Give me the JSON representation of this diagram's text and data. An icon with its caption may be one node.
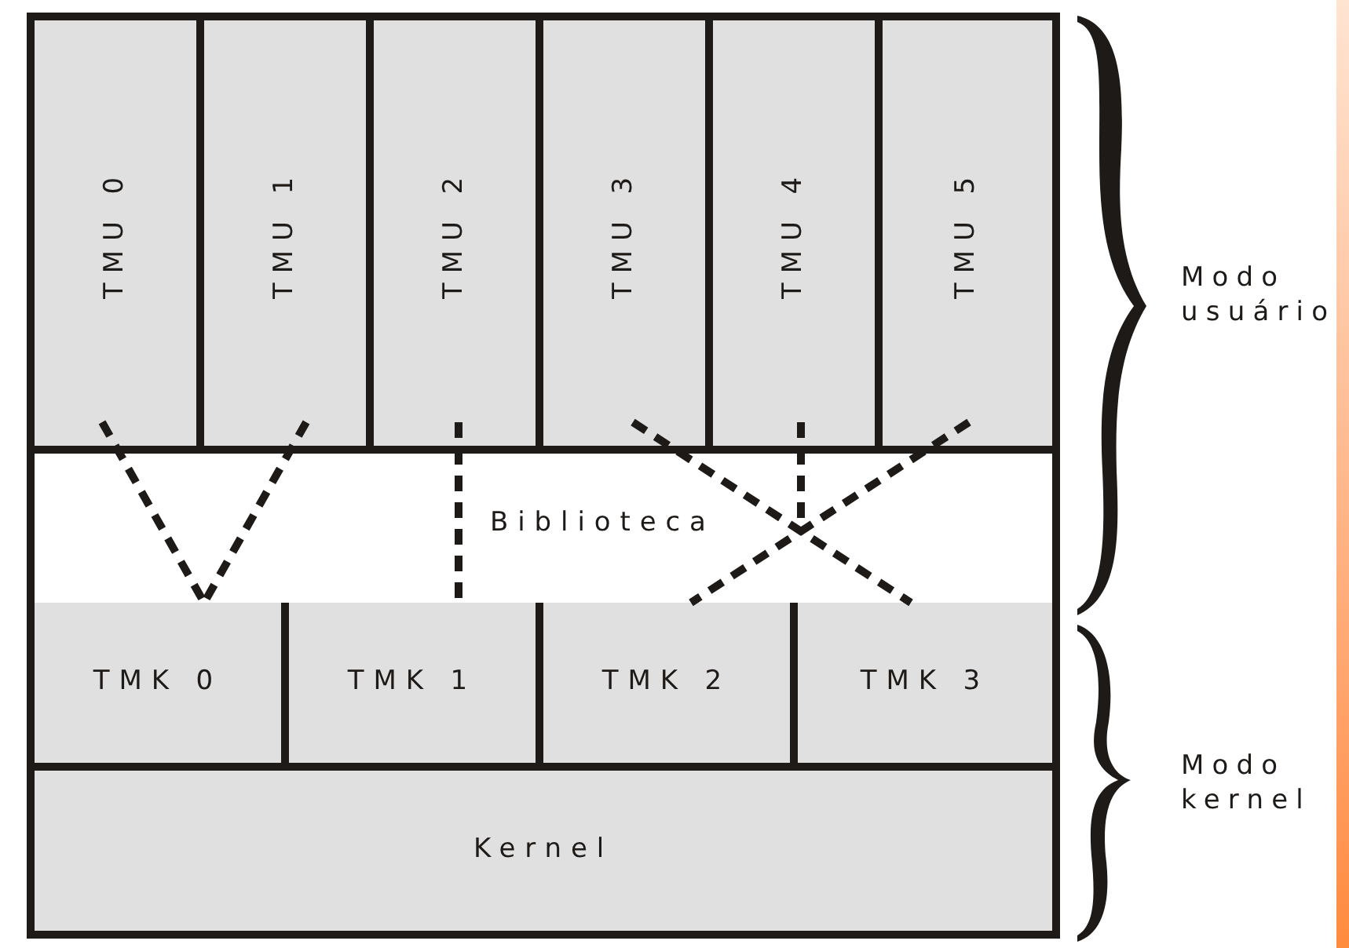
{
  "diagram": {
    "nodes": [
      {
        "text": [
          "TMU 0"
        ]
      },
      {
        "text": [
          "TMU 1"
        ]
      },
      {
        "text": [
          "TMU 2"
        ]
      },
      {
        "text": [
          "TMU 3"
        ]
      },
      {
        "text": [
          "TMU 4"
        ]
      },
      {
        "text": [
          "TMU 5"
        ]
      },
      {
        "text": [
          "Biblioteca"
        ]
      },
      {
        "text": [
          "TMK 0"
        ]
      },
      {
        "text": [
          "TMK 1"
        ]
      },
      {
        "text": [
          "TMK 2"
        ]
      },
      {
        "text": [
          "TMK 3"
        ]
      },
      {
        "text": [
          "Kernel"
        ]
      }
    ],
    "edges": [
      {
        "from": 0,
        "to": 7,
        "arrow": "none",
        "style": "dashed"
      },
      {
        "from": 1,
        "to": 7,
        "arrow": "none",
        "style": "dashed"
      },
      {
        "from": 2,
        "to": 8,
        "arrow": "none",
        "style": "dashed"
      },
      {
        "from": 3,
        "to": 10,
        "arrow": "none",
        "style": "dashed"
      },
      {
        "from": 5,
        "to": 9,
        "arrow": "none",
        "style": "dashed"
      },
      {
        "from": 4,
        "to": null,
        "arrow": "none",
        "style": "dashed"
      }
    ],
    "labels": [
      "Modo usuário",
      "Modo kernel"
    ]
  }
}
